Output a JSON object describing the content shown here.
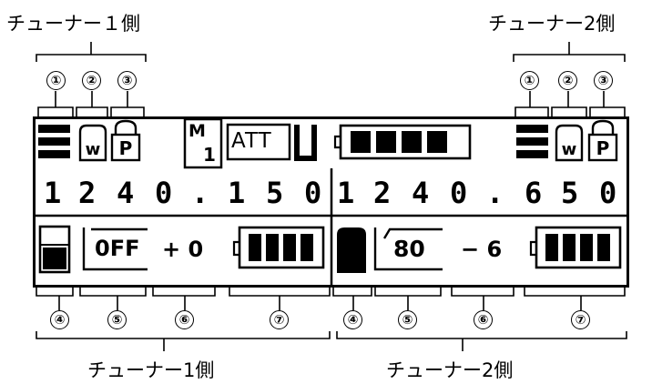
{
  "captions": {
    "tuner1_top": "チューナー１側",
    "tuner2_top": "チューナー2側",
    "tuner1_bottom": "チューナー1側",
    "tuner2_bottom": "チューナー2側"
  },
  "callouts": {
    "top_left": [
      "①",
      "②",
      "③"
    ],
    "top_right": [
      "①",
      "②",
      "③"
    ],
    "bottom_left": [
      "④",
      "⑤",
      "⑥",
      "⑦"
    ],
    "bottom_right": [
      "④",
      "⑤",
      "⑥",
      "⑦"
    ]
  },
  "display": {
    "memory_badge_top": "M",
    "memory_badge_bottom": "1",
    "att_label": "ATT",
    "left": {
      "digits": [
        "1",
        "2",
        "4",
        "0",
        ".",
        "1",
        "5",
        "0"
      ],
      "mode": "0FF",
      "offset": "+ 0"
    },
    "right": {
      "digits": [
        "1",
        "2",
        "4",
        "0",
        ".",
        "6",
        "5",
        "0"
      ],
      "mode": "80",
      "offset": "− 6"
    },
    "icons": {
      "w_glyph": "w",
      "p_glyph": "P"
    }
  }
}
